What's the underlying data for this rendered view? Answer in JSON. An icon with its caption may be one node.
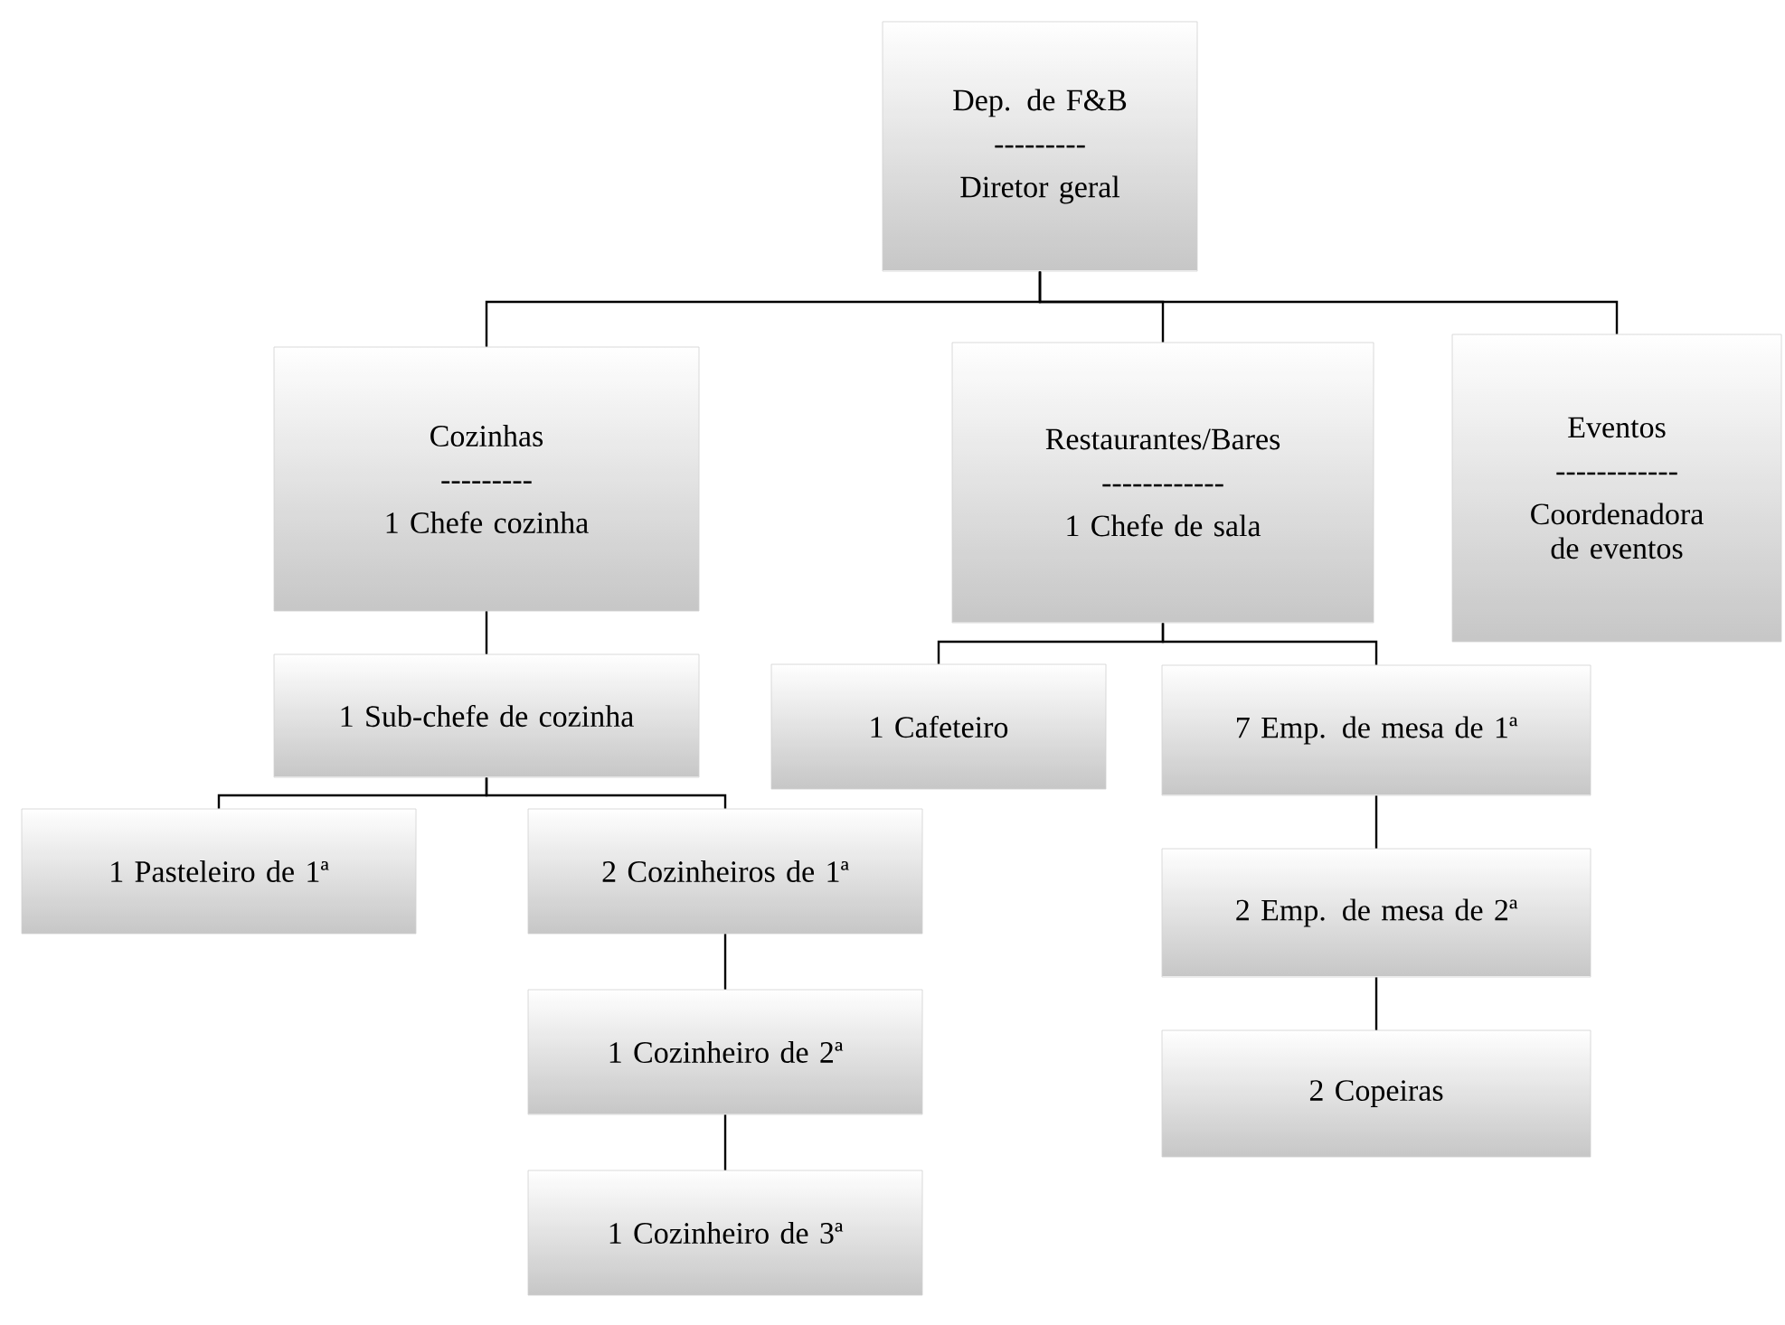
{
  "diagram": {
    "nodes": [
      {
        "text": [
          "Dep. de F&B",
          "---------",
          "Diretor geral"
        ]
      },
      {
        "text": [
          "Cozinhas",
          "---------",
          "1 Chefe cozinha"
        ]
      },
      {
        "text": [
          "Restaurantes/Bares",
          "------------",
          "1 Chefe de sala"
        ]
      },
      {
        "text": [
          "Eventos",
          "------------",
          "Coordenadora de eventos"
        ]
      },
      {
        "text": [
          "1 Sub-chefe de cozinha"
        ]
      },
      {
        "text": [
          "1 Cafeteiro"
        ]
      },
      {
        "text": [
          "7 Emp. de mesa de 1ª"
        ]
      },
      {
        "text": [
          "1 Pasteleiro de 1ª"
        ]
      },
      {
        "text": [
          "2 Cozinheiros de 1ª"
        ]
      },
      {
        "text": [
          "2 Emp. de mesa de 2ª"
        ]
      },
      {
        "text": [
          "1 Cozinheiro de 2ª"
        ]
      },
      {
        "text": [
          "2 Copeiras"
        ]
      },
      {
        "text": [
          "1 Cozinheiro de 3ª"
        ]
      }
    ],
    "edges": [
      {
        "from": 0,
        "to": 1,
        "arrow": "none"
      },
      {
        "from": 0,
        "to": 2,
        "arrow": "none"
      },
      {
        "from": 0,
        "to": 3,
        "arrow": "none"
      },
      {
        "from": 1,
        "to": 4,
        "arrow": "none"
      },
      {
        "from": 2,
        "to": 5,
        "arrow": "none"
      },
      {
        "from": 2,
        "to": 6,
        "arrow": "none"
      },
      {
        "from": 4,
        "to": 7,
        "arrow": "none"
      },
      {
        "from": 4,
        "to": 8,
        "arrow": "none"
      },
      {
        "from": 8,
        "to": 10,
        "arrow": "none"
      },
      {
        "from": 6,
        "to": 9,
        "arrow": "none"
      },
      {
        "from": 10,
        "to": 12,
        "arrow": "none"
      },
      {
        "from": 9,
        "to": 11,
        "arrow": "none"
      }
    ]
  }
}
